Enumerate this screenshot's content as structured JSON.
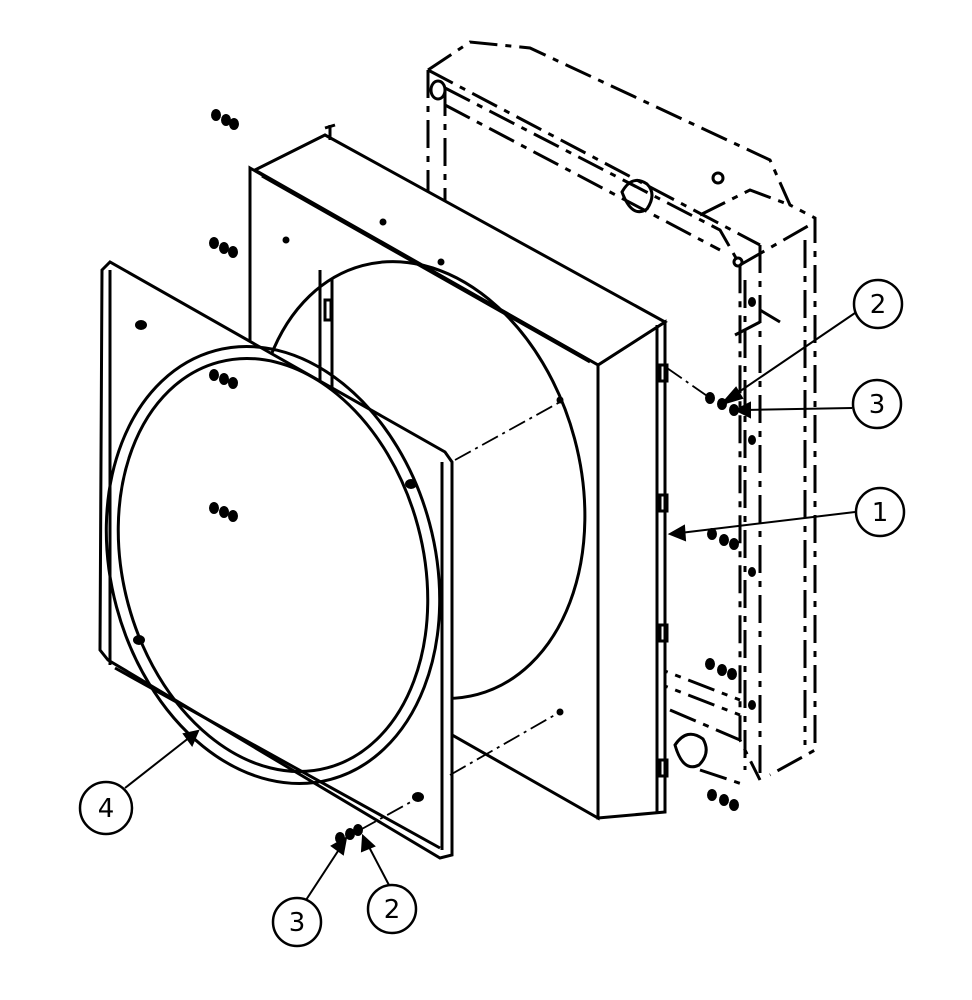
{
  "diagram": {
    "callouts": [
      {
        "id": "callout-2-top",
        "label": "2"
      },
      {
        "id": "callout-3-top",
        "label": "3"
      },
      {
        "id": "callout-1",
        "label": "1"
      },
      {
        "id": "callout-4",
        "label": "4"
      },
      {
        "id": "callout-3-bottom",
        "label": "3"
      },
      {
        "id": "callout-2-bottom",
        "label": "2"
      }
    ],
    "colors": {
      "line": "#000000",
      "background": "#ffffff"
    }
  }
}
